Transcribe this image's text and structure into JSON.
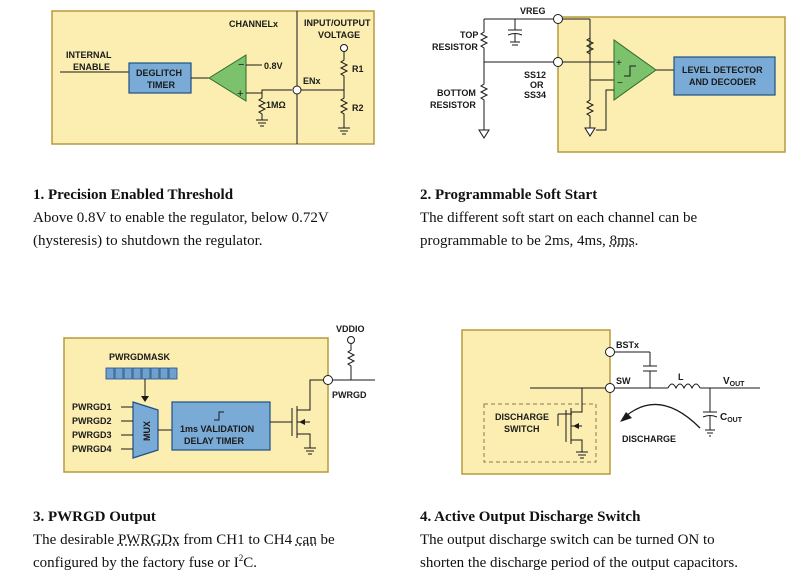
{
  "colors": {
    "panel": "#fbeeb0",
    "panel_border": "#b89a3e",
    "block": "#7aaad6",
    "block_border": "#1f4f86",
    "amp": "#7cc26d",
    "mux": "#7aaad6",
    "line": "#1a1a1a"
  },
  "diagram1": {
    "channelx": "CHANNELx",
    "io_voltage_1": "INPUT/OUTPUT",
    "io_voltage_2": "VOLTAGE",
    "internal_enable_1": "INTERNAL",
    "internal_enable_2": "ENABLE",
    "deglitch_1": "DEGLITCH",
    "deglitch_2": "TIMER",
    "threshold": "0.8V",
    "enx": "ENx",
    "r1": "R1",
    "r2": "R2",
    "pulldown": "1MΩ"
  },
  "caption1": {
    "title": "1. Precision Enabled Threshold",
    "line1": "Above 0.8V to enable the regulator, below 0.72V",
    "line2": "(hysteresis) to shutdown the regulator."
  },
  "diagram2": {
    "vreg": "VREG",
    "top_resistor_1": "TOP",
    "top_resistor_2": "RESISTOR",
    "bottom_resistor_1": "BOTTOM",
    "bottom_resistor_2": "RESISTOR",
    "ss_1": "SS12",
    "ss_2": "OR",
    "ss_3": "SS34",
    "level_1": "LEVEL DETECTOR",
    "level_2": "AND DECODER"
  },
  "caption2": {
    "title": "2. Programmable Soft Start",
    "line1": "The different soft start on each channel can be",
    "line2_pre": "programmable to be 2ms, 4ms, ",
    "line2_ul": "8ms",
    "line2_post": "."
  },
  "diagram3": {
    "vddio": "VDDIO",
    "mask": "PWRGDMASK",
    "pwrgd": "PWRGD",
    "inputs": [
      "PWRGD1",
      "PWRGD2",
      "PWRGD3",
      "PWRGD4"
    ],
    "mux": "MUX",
    "validation_1": "1ms VALIDATION",
    "validation_2": "DELAY TIMER"
  },
  "caption3": {
    "title": "3. PWRGD Output",
    "line1_pre": "The desirable ",
    "line1_ul1": "PWRGDx",
    "line1_mid": " from CH1 to CH4 ",
    "line1_ul2": "can",
    "line1_post": " be",
    "line2_pre": "configured by the factory fuse or I",
    "line2_sup": "2",
    "line2_post": "C."
  },
  "diagram4": {
    "bstx": "BSTx",
    "sw": "SW",
    "l": "L",
    "vout_v": "V",
    "vout_sub": "OUT",
    "cout_c": "C",
    "cout_sub": "OUT",
    "discharge_switch_1": "DISCHARGE",
    "discharge_switch_2": "SWITCH",
    "discharge": "DISCHARGE"
  },
  "caption4": {
    "title": "4. Active Output Discharge Switch",
    "line1": "The output discharge switch can be turned ON to",
    "line2": "shorten the discharge period of the output capacitors."
  }
}
